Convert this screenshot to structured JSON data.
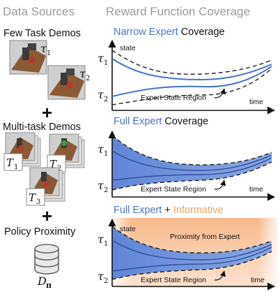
{
  "headers": {
    "data_sources": "Data Sources",
    "reward_coverage": "Reward Function Coverage"
  },
  "sources": {
    "few_task_demos": "Few Task Demos",
    "plus_1": "+",
    "multi_task_demos": "Multi-task Demos",
    "plus_2": "+",
    "policy_proximity": "Policy Proximity",
    "policy_dataset_label": "D",
    "policy_dataset_sub": "π"
  },
  "demo_labels": {
    "tau": "τ",
    "tau1_sub": "1",
    "tau2_sub": "2",
    "task_T": "T",
    "T1_sub": "1",
    "T2_sub": "2",
    "T3_sub": "3"
  },
  "panels": [
    {
      "title_blue": "Narrow Expert",
      "title_dark": " Coverage",
      "title_orange": "",
      "state_label": "state",
      "time_label": "time",
      "region_label": "Expert State Region",
      "proximity_label": "",
      "tau1_sub": "1",
      "tau2_sub": "2"
    },
    {
      "title_blue": "Full Expert",
      "title_dark": " Coverage",
      "title_orange": "",
      "state_label": "",
      "time_label": "time",
      "region_label": "Expert State Region",
      "proximity_label": "",
      "tau1_sub": "1",
      "tau2_sub": "2"
    },
    {
      "title_blue": "Full Expert",
      "title_dark": " + ",
      "title_orange": "Informative",
      "state_label": "state",
      "time_label": "time",
      "region_label": "Expert State Region",
      "proximity_label": "Proximity from Expert",
      "tau1_sub": "1",
      "tau2_sub": "2"
    }
  ],
  "colors": {
    "expert_blue": "#4a73c8",
    "region_fill": "#6f92d8",
    "informative_orange": "#f0a35e",
    "header_gray": "#9a9a9a"
  }
}
